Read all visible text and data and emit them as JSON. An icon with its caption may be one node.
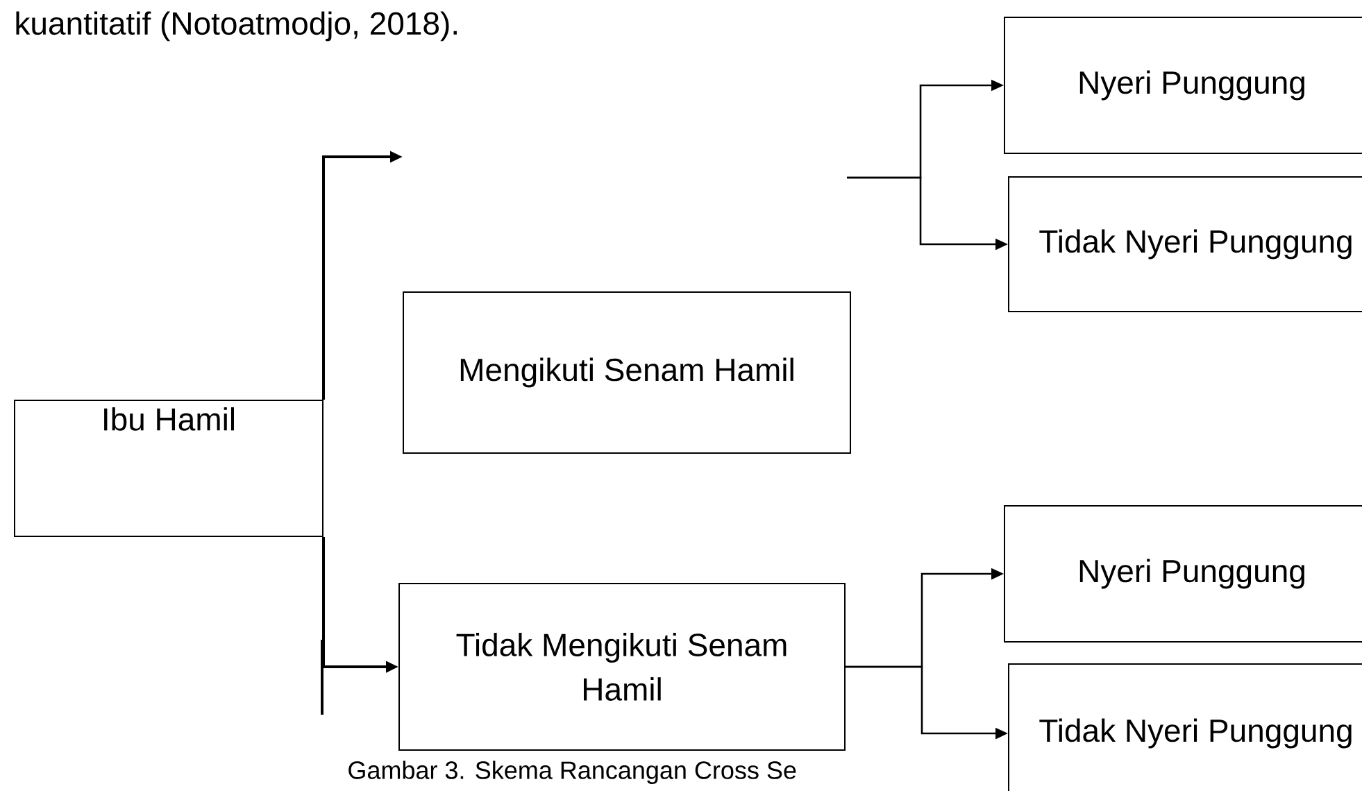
{
  "diagram": {
    "caption": "Gambar 3. Skema Rancangan Cross Se",
    "nodes": [
      {
        "text": [
          "Ibu Hamil"
        ]
      },
      {
        "text": [
          "Mengikuti Senam Hamil"
        ]
      },
      {
        "text": [
          "Tidak Mengikuti Senam Hamil"
        ]
      },
      {
        "text": [
          "Nyeri Punggung"
        ]
      },
      {
        "text": [
          "Tidak Nyeri Punggung"
        ]
      },
      {
        "text": [
          "Nyeri Punggung"
        ]
      },
      {
        "text": [
          "Tidak Nyeri Punggung"
        ]
      }
    ],
    "edges": [
      {
        "from": 0,
        "to": null,
        "arrow": "to"
      },
      {
        "from": 0,
        "to": 2,
        "arrow": "to"
      },
      {
        "from": null,
        "to": 3,
        "arrow": "to"
      },
      {
        "from": null,
        "to": 4,
        "arrow": "to"
      },
      {
        "from": 2,
        "to": 5,
        "arrow": "to"
      },
      {
        "from": 2,
        "to": 6,
        "arrow": "to"
      }
    ],
    "labels": [
      "kuantitatif (Notoatmodjo, 2018)."
    ]
  }
}
